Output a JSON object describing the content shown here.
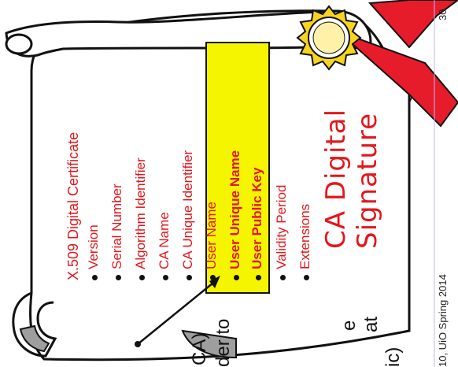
{
  "certificate": {
    "title": "X.509 Digital Certificate",
    "fields": [
      "Version",
      "Serial Number",
      "Algorithm Identifier",
      "CA Name",
      "CA Unique Identifier",
      "User Name",
      "User Unique Name",
      "User Public Key",
      "Validity Period",
      "Extensions"
    ],
    "signature_line1": "CA Digital",
    "signature_line2": "Signature"
  },
  "side_text": {
    "line1": "CA)",
    "line2": "der to",
    "line3": "e",
    "line4": "at",
    "line5": "ic)"
  },
  "footer": {
    "course": "10, UiO Spring 2014",
    "page_number": "30"
  },
  "colors": {
    "text_red": "#e4161b",
    "highlight": "#f5f500",
    "ribbon": "#e61c2a",
    "seal_gold": "#f7d51e",
    "scroll_shadow": "#9e9e9e"
  }
}
